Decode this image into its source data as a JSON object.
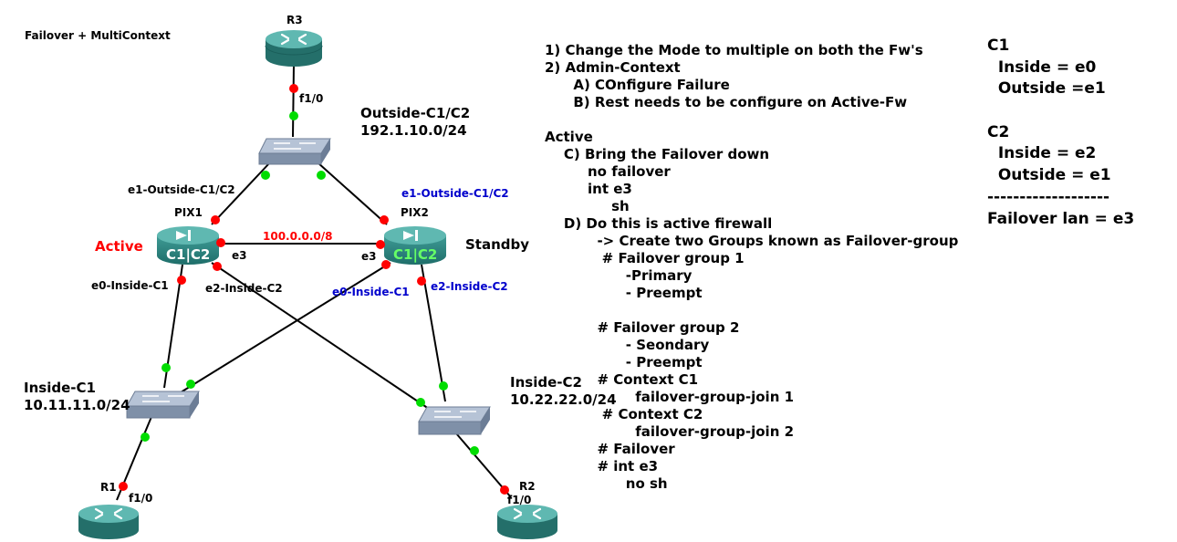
{
  "diagram_title": "Failover + MultiContext",
  "devices": {
    "r3": {
      "label": "R3",
      "port": "f1/0"
    },
    "r1": {
      "label": "R1",
      "port": "f1/0"
    },
    "r2": {
      "label": "R2",
      "port": "f1/0"
    },
    "pix1": {
      "label": "PIX1",
      "badge": "C1|C2",
      "role": "Active"
    },
    "pix2": {
      "label": "PIX2",
      "badge": "C1|C2",
      "role": "Standby"
    }
  },
  "networks": {
    "outside_name": "Outside-C1/C2",
    "outside_subnet": "192.1.10.0/24",
    "inside_c1_name": "Inside-C1",
    "inside_c1_subnet": "10.11.11.0/24",
    "inside_c2_name": "Inside-C2",
    "inside_c2_subnet": "10.22.22.0/24",
    "failover_link": "100.0.0.0/8"
  },
  "link_labels": {
    "pix1_outside": "e1-Outside-C1/C2",
    "pix2_outside": "e1-Outside-C1/C2",
    "pix1_e3": "e3",
    "pix2_e3": "e3",
    "pix1_inside_c1": "e0-Inside-C1",
    "pix1_inside_c2": "e2-Inside-C2",
    "pix2_inside_c1": "e0-Inside-C1",
    "pix2_inside_c2": "e2-Inside-C2"
  },
  "steps": [
    "1) Change the Mode to multiple on both the Fw's",
    "2) Admin-Context",
    "      A) COnfigure Failure",
    "      B) Rest needs to be configure on Active-Fw",
    "",
    "Active",
    "    C) Bring the Failover down",
    "         no failover",
    "         int e3",
    "              sh",
    "    D) Do this is active firewall",
    "           -> Create two Groups known as Failover-group",
    "            # Failover group 1",
    "                 -Primary",
    "                 - Preempt",
    "",
    "           # Failover group 2",
    "                 - Seondary",
    "                 - Preempt",
    "           # Context C1",
    "                   failover-group-join 1",
    "            # Context C2",
    "                   failover-group-join 2",
    "           # Failover",
    "           # int e3",
    "                 no sh"
  ],
  "interface_summary": [
    "C1",
    "  Inside = e0",
    "  Outside =e1",
    "",
    "C2",
    "  Inside = e2",
    "  Outside = e1",
    "-------------------",
    "Failover lan = e3"
  ],
  "colors": {
    "device_fill": "#2f8a85",
    "device_top": "#5fb8b1",
    "switch_fill": "#8596ad",
    "switch_top": "#b6c3d6",
    "link": "#000000",
    "port_down": "#ff0000",
    "port_up": "#00dd00",
    "active_label": "#ff0000",
    "blue_label": "#0000cc",
    "failover_label": "#ff0000",
    "badge_text": "#ffffff",
    "badge_text_standby": "#66ff66"
  }
}
